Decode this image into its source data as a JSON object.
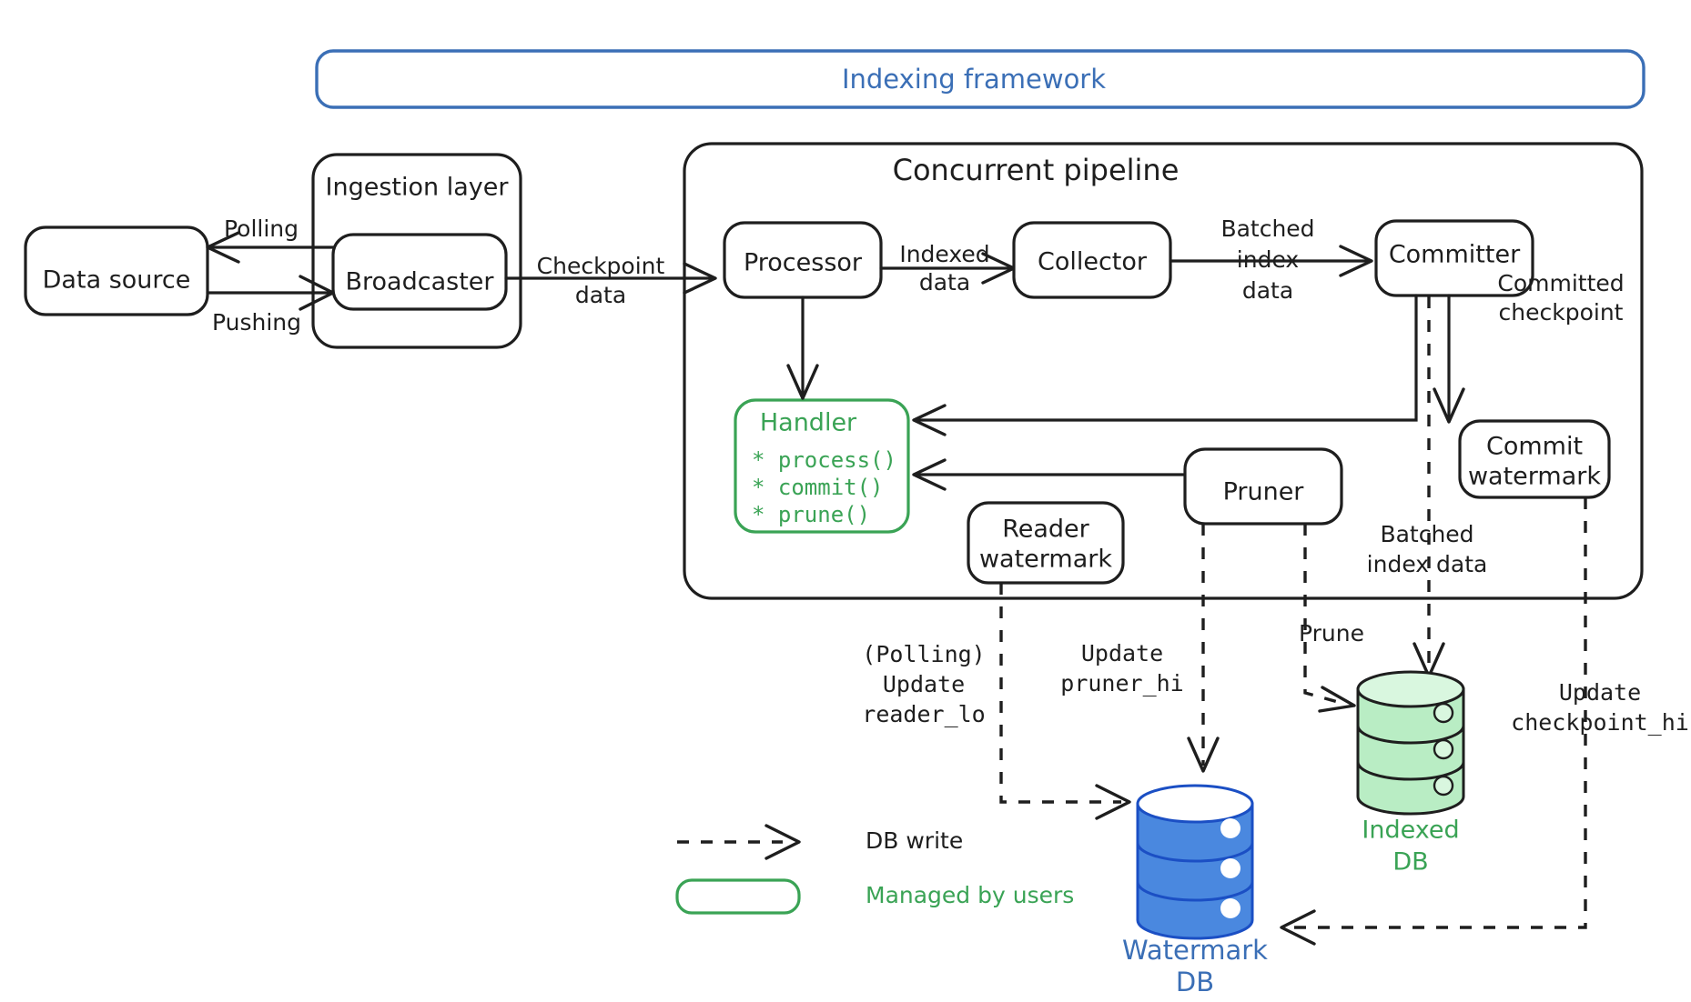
{
  "diagram": {
    "title": "Indexing framework",
    "frames": [
      {
        "id": "indexing-framework",
        "label": "Indexing framework",
        "color": "#3b6fb6"
      },
      {
        "id": "ingestion-layer",
        "label": "Ingestion layer",
        "color": "#1e1e1e"
      },
      {
        "id": "concurrent-pipeline",
        "label": "Concurrent pipeline",
        "color": "#1e1e1e"
      }
    ],
    "nodes": {
      "data_source": "Data source",
      "broadcaster": "Broadcaster",
      "processor": "Processor",
      "collector": "Collector",
      "committer": "Committer",
      "commit_watermark_l1": "Commit",
      "commit_watermark_l2": "watermark",
      "reader_watermark_l1": "Reader",
      "reader_watermark_l2": "watermark",
      "pruner": "Pruner",
      "handler": {
        "title": "Handler",
        "methods": [
          "* process()",
          "* commit()",
          "* prune()"
        ],
        "color": "#3aa355"
      }
    },
    "databases": [
      {
        "id": "watermark-db",
        "label_l1": "Watermark",
        "label_l2": "DB",
        "color": "#3b6fb6",
        "fill": "#4a88df"
      },
      {
        "id": "indexed-db",
        "label_l1": "Indexed",
        "label_l2": "DB",
        "color": "#3aa355",
        "fill": "#b9edc4"
      }
    ],
    "edge_labels": [
      {
        "id": "polling",
        "text": "Polling",
        "style": "hand"
      },
      {
        "id": "pushing",
        "text": "Pushing",
        "style": "hand"
      },
      {
        "id": "checkpoint-data",
        "lines": [
          "Checkpoint",
          "data"
        ],
        "style": "hand"
      },
      {
        "id": "indexed-data",
        "lines": [
          "Indexed",
          "data"
        ],
        "style": "hand"
      },
      {
        "id": "batched-index-data-top",
        "lines": [
          "Batched",
          "index",
          "data"
        ],
        "style": "hand"
      },
      {
        "id": "committed-checkpoint",
        "lines": [
          "Committed",
          "checkpoint"
        ],
        "style": "hand"
      },
      {
        "id": "batched-index-data-bottom",
        "lines": [
          "Batched",
          "index data"
        ],
        "style": "hand"
      },
      {
        "id": "prune",
        "text": "Prune",
        "style": "hand"
      },
      {
        "id": "polling-update-reader-lo",
        "lines": [
          "(Polling)",
          "Update",
          "reader_lo"
        ],
        "style": "mono"
      },
      {
        "id": "update-pruner-hi",
        "lines": [
          "Update",
          "pruner_hi"
        ],
        "style": "mono"
      },
      {
        "id": "update-checkpoint-hi",
        "lines": [
          "Update",
          "checkpoint_hi"
        ],
        "style": "mono"
      }
    ],
    "legend": [
      {
        "id": "db-write",
        "label": "DB write",
        "symbol": "dashed-arrow",
        "color": "#1e1e1e"
      },
      {
        "id": "managed-by-users",
        "label": "Managed by users",
        "symbol": "green-rounded-box",
        "color": "#3aa355"
      }
    ]
  }
}
